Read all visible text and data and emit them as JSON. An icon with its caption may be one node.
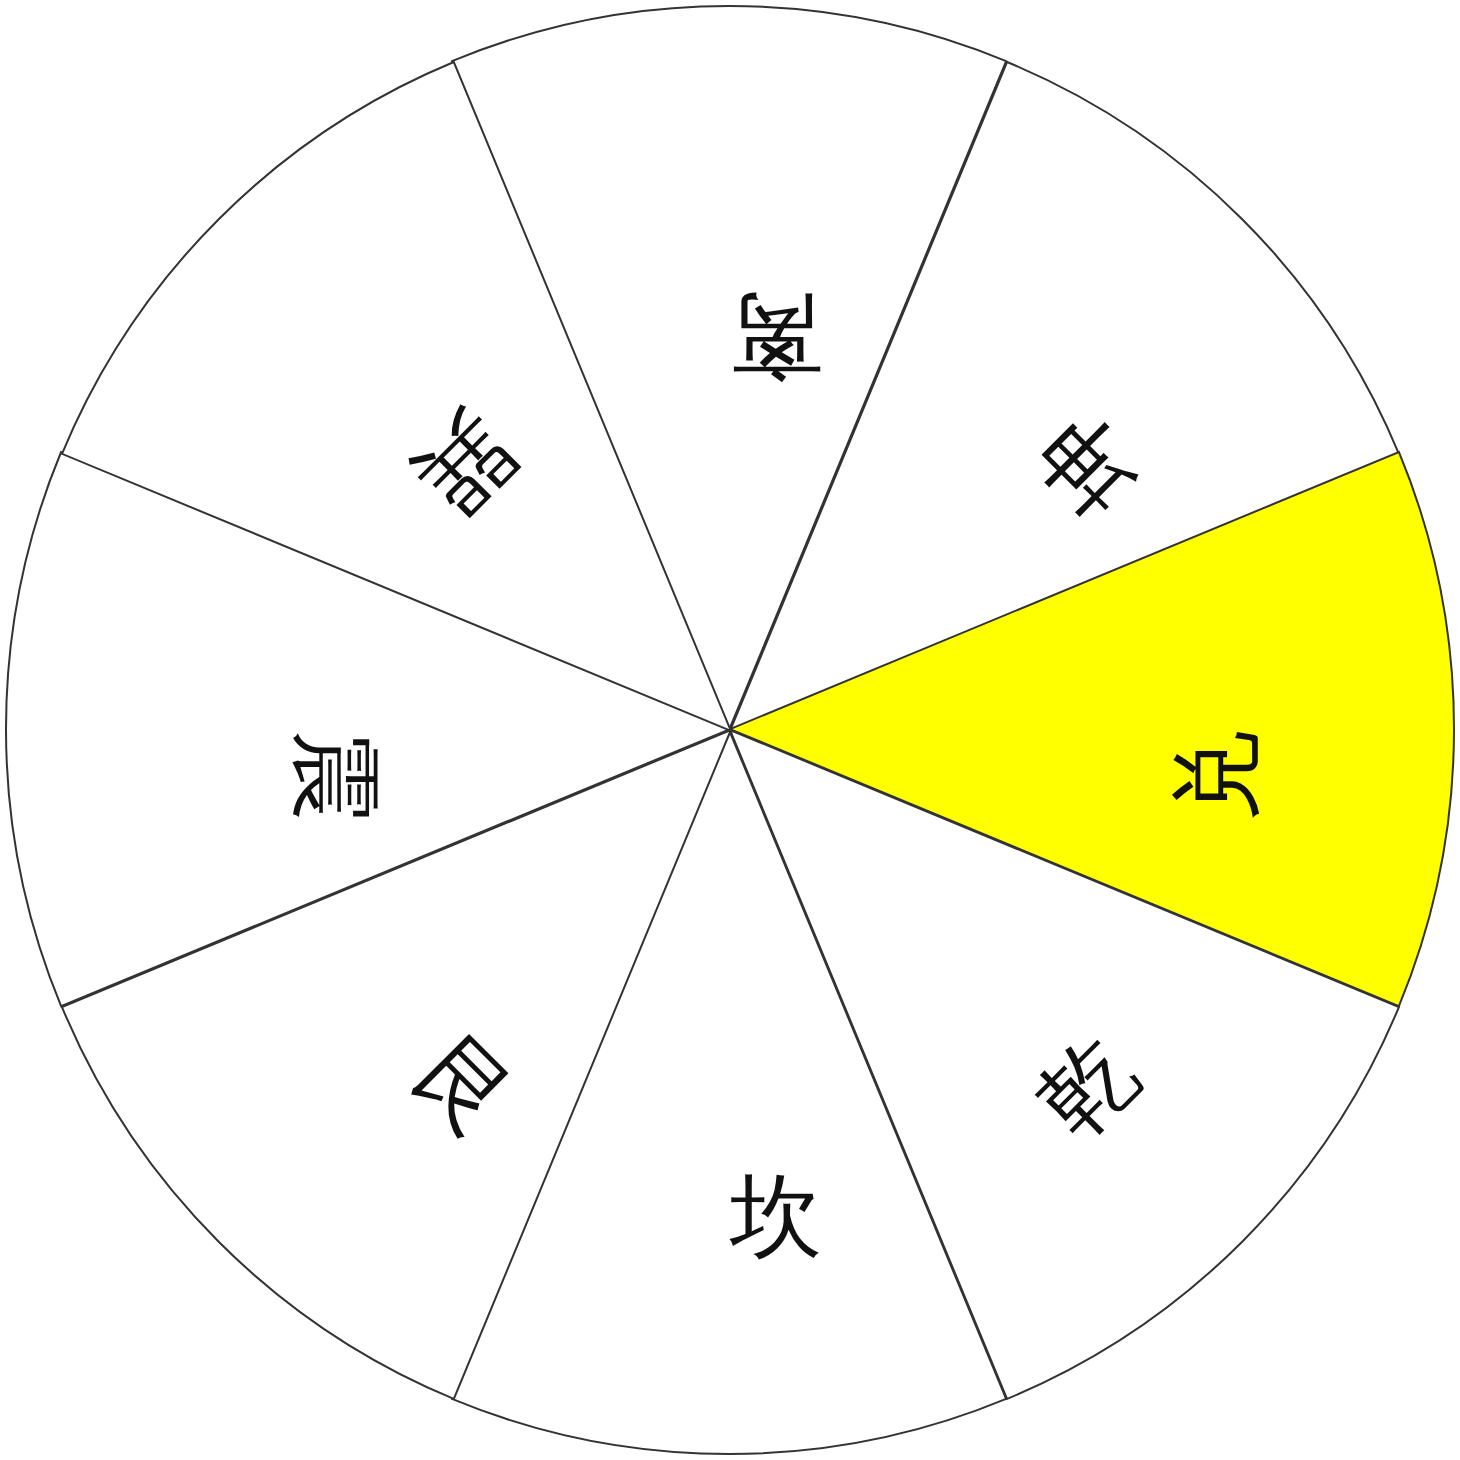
{
  "diagram": {
    "nodes": [
      {
        "text": [
          "离"
        ]
      },
      {
        "text": [
          "坤"
        ]
      },
      {
        "text": [
          "兑"
        ]
      },
      {
        "text": [
          "乾"
        ]
      },
      {
        "text": [
          "坎"
        ]
      },
      {
        "text": [
          "艮"
        ]
      },
      {
        "text": [
          "震"
        ]
      },
      {
        "text": [
          "巽"
        ]
      }
    ]
  }
}
